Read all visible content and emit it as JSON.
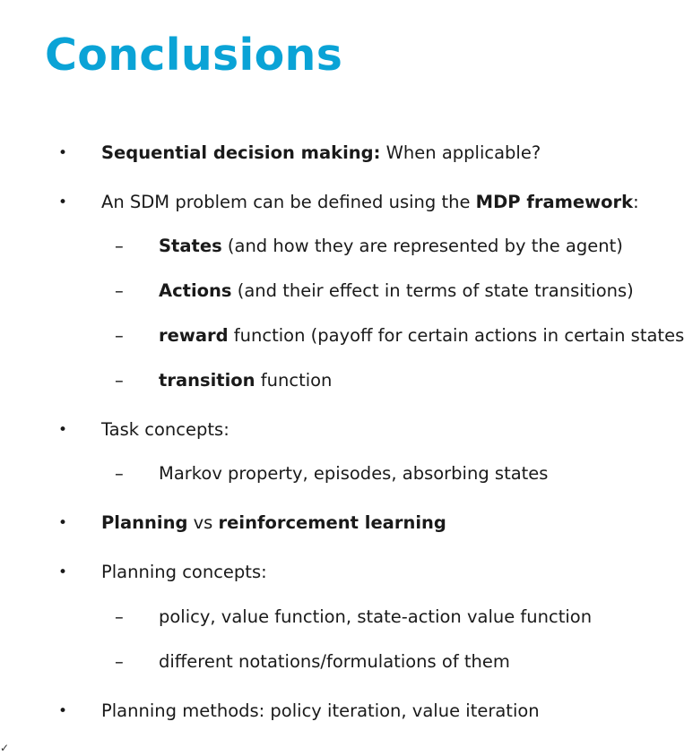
{
  "title": "Conclusions",
  "glyphs": {
    "bullet": "•",
    "dash": "–"
  },
  "items": {
    "i0": {
      "b1": "Sequential decision making:",
      "t1": " When applicable?"
    },
    "i1": {
      "t1": "An SDM problem can be defined using the ",
      "b1": "MDP framework",
      "t2": ":"
    },
    "i1a": {
      "b1": "States",
      "t1": " (and how they are represented by the agent)"
    },
    "i1b": {
      "b1": "Actions",
      "t1": " (and their effect in terms of state transitions)"
    },
    "i1c": {
      "b1": "reward",
      "t1": " function (payoff for certain actions in certain states)"
    },
    "i1d": {
      "b1": "transition",
      "t1": " function"
    },
    "i2": {
      "t1": "Task concepts:"
    },
    "i2a": {
      "t1": "Markov property, episodes, absorbing states"
    },
    "i3": {
      "b1": "Planning",
      "t1": " vs ",
      "b2": "reinforcement learning"
    },
    "i4": {
      "t1": "Planning concepts:"
    },
    "i4a": {
      "t1": "policy, value function, state-action value function"
    },
    "i4b": {
      "t1": "different notations/formulations of them"
    },
    "i5": {
      "t1": "Planning methods: policy iteration, value iteration"
    }
  },
  "corner_mark": "✓"
}
